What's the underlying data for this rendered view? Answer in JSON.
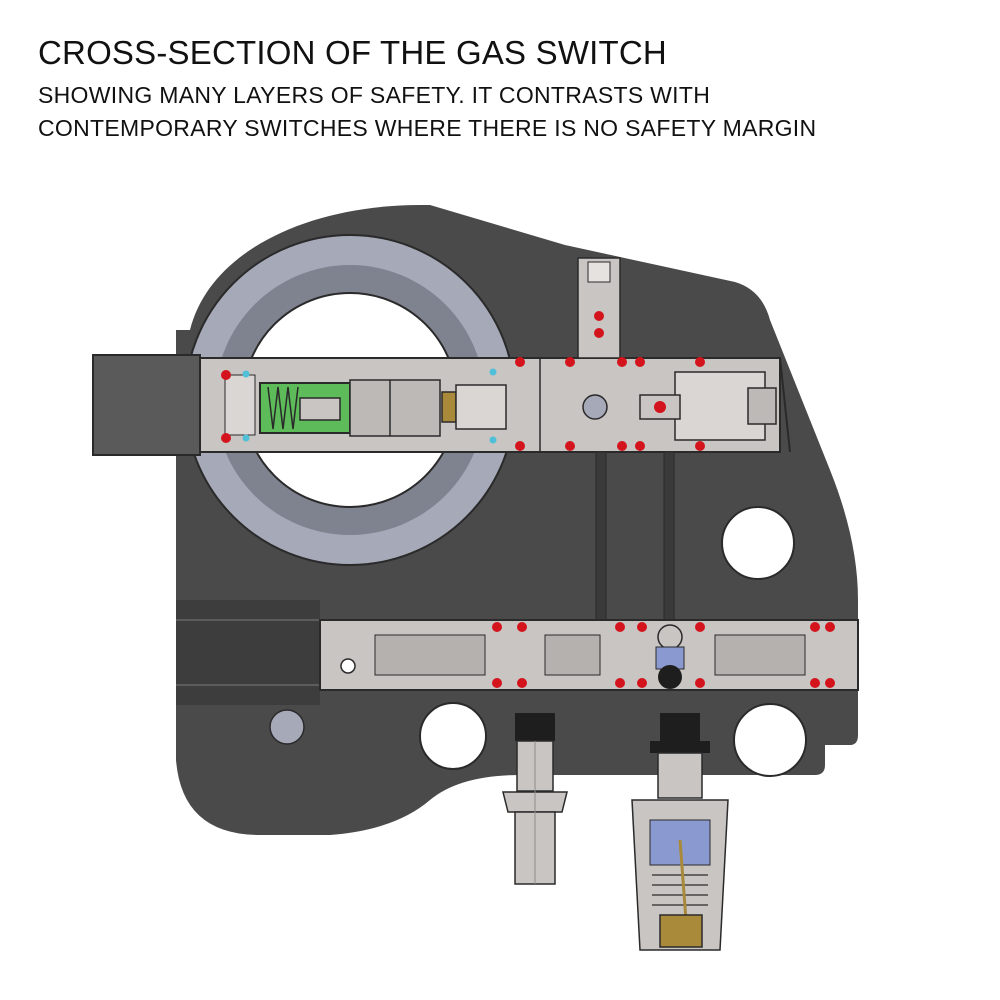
{
  "title": "CROSS-SECTION OF THE GAS SWITCH",
  "subtitle_lines": [
    "SHOWING MANY LAYERS OF SAFETY. IT CONTRASTS WITH",
    "CONTEMPORARY SWITCHES WHERE THERE IS NO SAFETY MARGIN"
  ],
  "colors": {
    "body": "#4a4a4b",
    "body_shadow": "#3a3a3b",
    "steel": "#c9c5c3",
    "steel_dark": "#8e8a88",
    "ring": "#a6a9b8",
    "oring": "#d4141c",
    "spring_green": "#5dbb5a",
    "brass": "#a88a3a",
    "blue": "#8a9ad0"
  }
}
